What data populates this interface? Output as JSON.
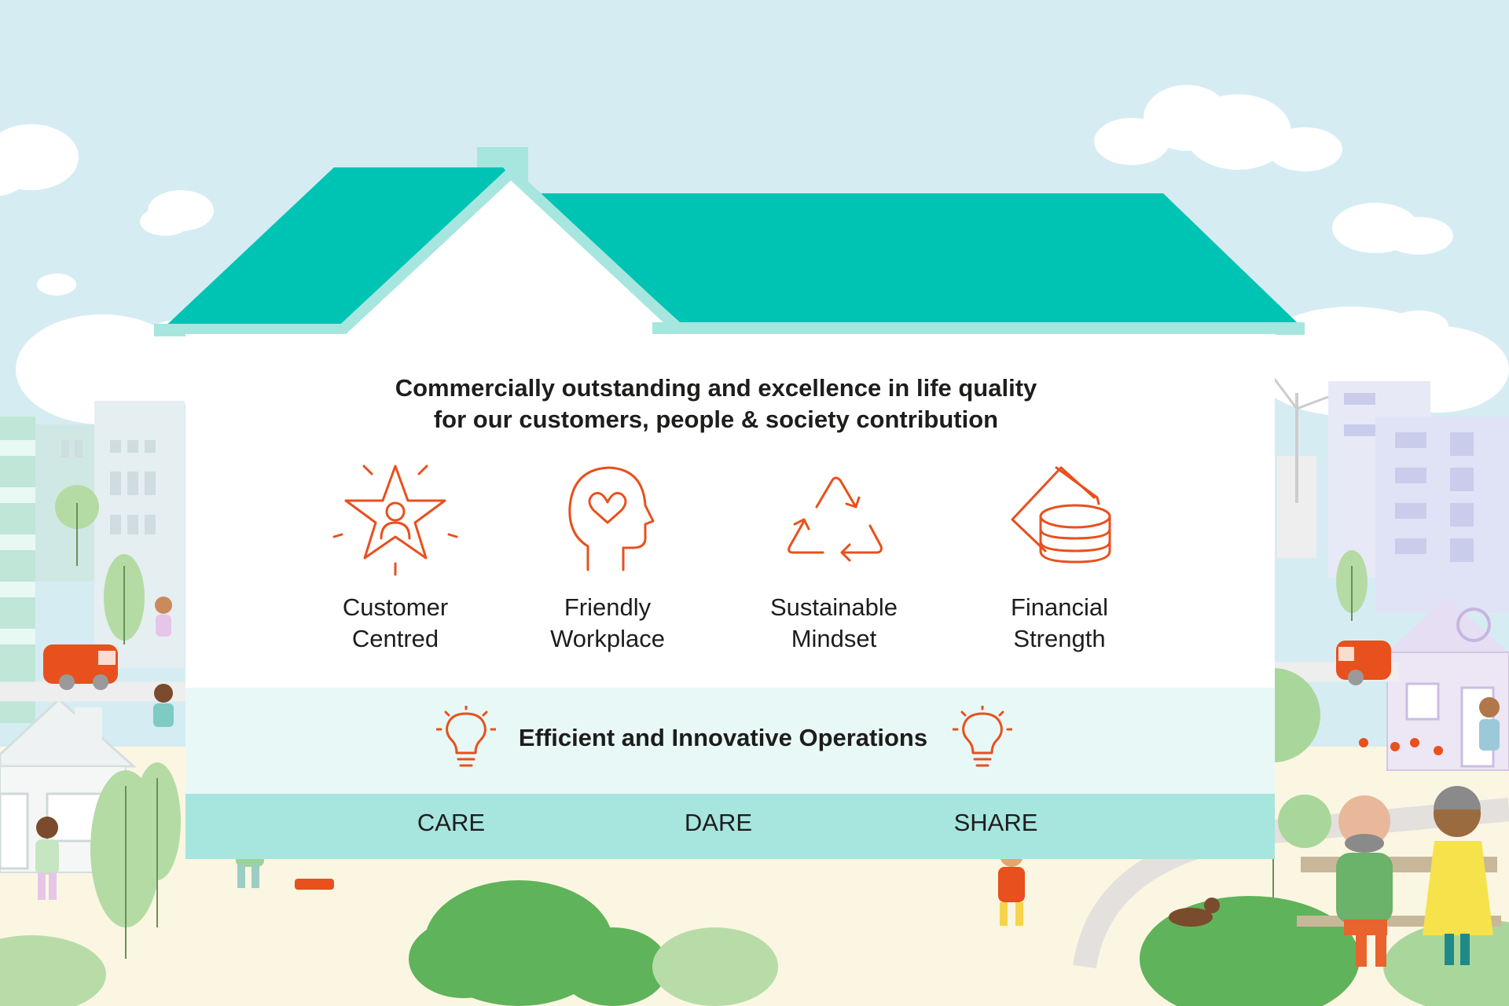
{
  "headline": {
    "line1": "Commercially outstanding and excellence in life quality",
    "line2": "for our customers, people & society contribution"
  },
  "pillars": [
    {
      "line1": "Customer",
      "line2": "Centred",
      "icon": "star-person-icon"
    },
    {
      "line1": "Friendly",
      "line2": "Workplace",
      "icon": "head-heart-icon"
    },
    {
      "line1": "Sustainable",
      "line2": "Mindset",
      "icon": "recycle-icon"
    },
    {
      "line1": "Financial",
      "line2": "Strength",
      "icon": "coins-icon"
    }
  ],
  "operations": {
    "label": "Efficient and Innovative Operations",
    "icon": "lightbulb-icon"
  },
  "values": [
    "CARE",
    "DARE",
    "SHARE"
  ],
  "colors": {
    "sky": "#d6ecf3",
    "roof": "#00c4b3",
    "roof_trim": "#a6e6df",
    "icon_orange": "#e8501d",
    "band_light": "#e8f8f6",
    "band_teal": "#a6e6df",
    "ground": "#fbf6e2",
    "tree_green": "#5fb35a"
  }
}
